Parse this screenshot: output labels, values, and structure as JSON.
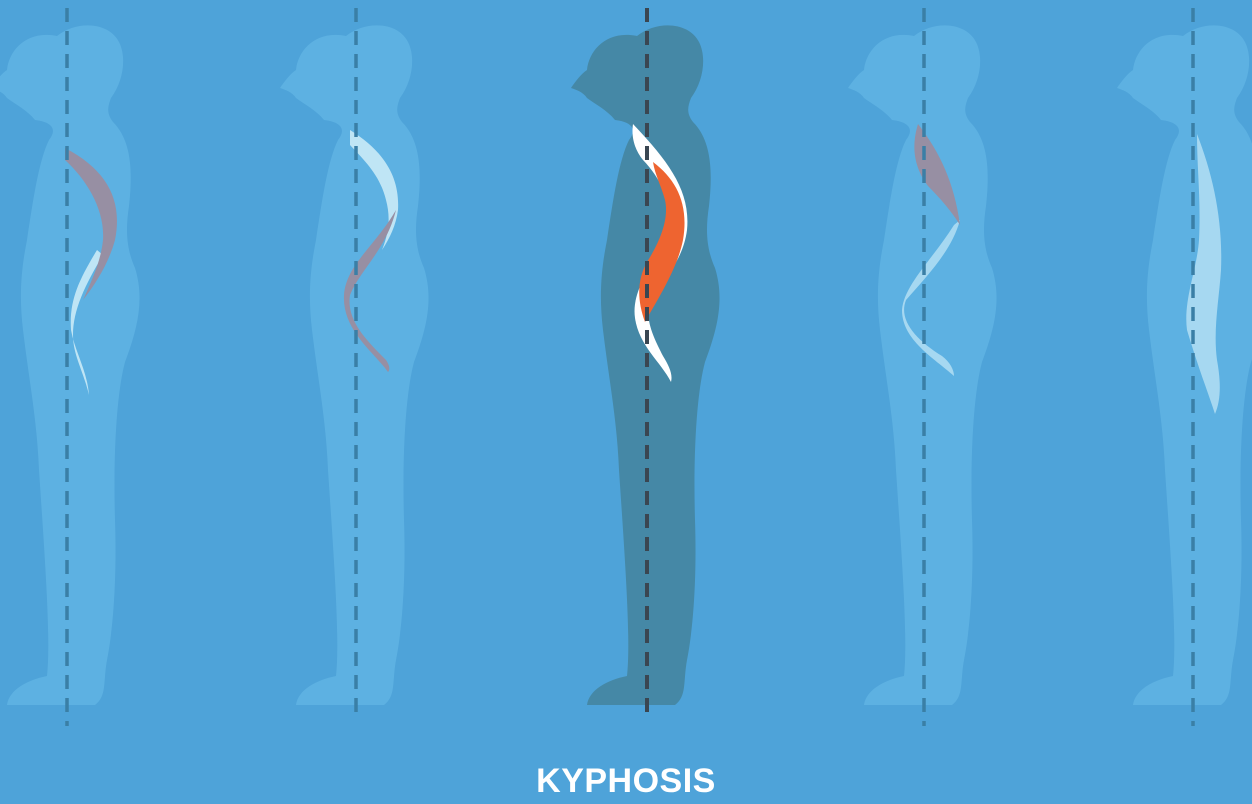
{
  "title": "KYPHOSIS",
  "colors": {
    "background": "#4ea3d9",
    "faded_body": "#60b4e3",
    "active_body": "#4588a6",
    "faded_line": "#3a7fa6",
    "active_line": "#3a4651",
    "spine_light": "#bfe5f5",
    "spine_white": "#ffffff",
    "spine_muted": "#978fa3",
    "spine_highlight": "#ee6430"
  },
  "figures": [
    {
      "id": "figure-1",
      "active": false
    },
    {
      "id": "figure-2",
      "active": false
    },
    {
      "id": "figure-3-kyphosis",
      "active": true
    },
    {
      "id": "figure-4",
      "active": false
    },
    {
      "id": "figure-5",
      "active": false
    }
  ]
}
